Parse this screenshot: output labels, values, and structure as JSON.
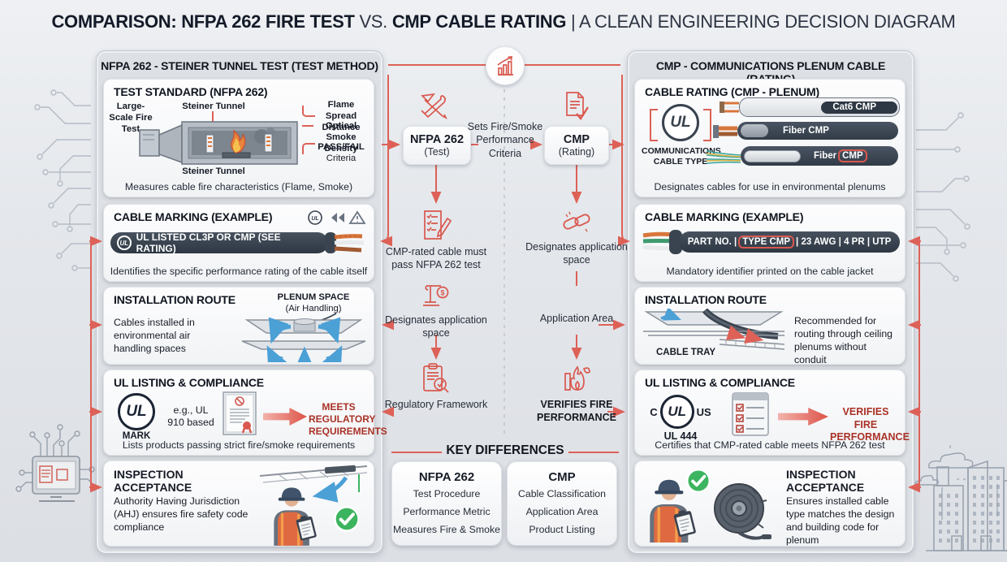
{
  "title": {
    "strong1": "COMPARISON: NFPA 262 FIRE TEST",
    "mid": "VS.",
    "strong2": "CMP CABLE RATING",
    "tail": "| A CLEAN ENGINEERING DECISION DIAGRAM"
  },
  "common": {
    "ul": "UL"
  },
  "colors": {
    "accent_red": "#d9584e",
    "dark_red": "#a93226",
    "dark_text": "#151a24",
    "blue": "#4ba0d6",
    "green": "#3db45f"
  },
  "left_panel": {
    "header": "NFPA 262 - STEINER TUNNEL TEST (TEST METHOD)",
    "test_standard": {
      "title": "TEST STANDARD (NFPA 262)",
      "large_scale": "Large-Scale Fire Test",
      "tunnel_top": "Steiner Tunnel",
      "flame_spread": "Flame Spread Distance",
      "smoke_density": "Optical Smoke Density",
      "passfail": "PASS/FAIL",
      "criteria": "Criteria",
      "tunnel_bottom": "Steiner Tunnel",
      "caption": "Measures cable fire characteristics (Flame, Smoke)"
    },
    "cable_marking": {
      "title": "CABLE MARKING (EXAMPLE)",
      "cable_text": "UL LISTED CL3P OR CMP (SEE RATING)",
      "caption": "Identifies the specific performance rating of the cable itself"
    },
    "installation": {
      "title": "INSTALLATION ROUTE",
      "body": "Cables installed in environmental air handling spaces",
      "plenum_label": "PLENUM SPACE",
      "plenum_sub": "(Air Handling)"
    },
    "ul_listing": {
      "title": "UL LISTING & COMPLIANCE",
      "mark": "MARK",
      "example": "e.g., UL 910 based",
      "result": "MEETS REGULATORY REQUIREMENTS",
      "caption": "Lists products passing strict fire/smoke requirements"
    },
    "inspection": {
      "title": "INSPECTION ACCEPTANCE",
      "body": "Authority Having Jurisdiction (AHJ) ensures fire safety code compliance"
    }
  },
  "center": {
    "nfpa_title": "NFPA 262",
    "nfpa_sub": "(Test)",
    "link_label": "Sets Fire/Smoke Performance Criteria",
    "cmp_title": "CMP",
    "cmp_sub": "(Rating)",
    "left_flow": {
      "step1": "CMP-rated cable must pass NFPA 262 test",
      "step2": "Designates application space",
      "step3": "Regulatory Framework"
    },
    "right_flow": {
      "step1": "Designates application space",
      "step2": "Application Area",
      "step3": "VERIFIES FIRE PERFORMANCE"
    },
    "key_differences": {
      "header": "KEY DIFFERENCES",
      "nfpa": {
        "title": "NFPA 262",
        "items": [
          "Test Procedure",
          "Performance Metric",
          "Measures Fire & Smoke"
        ]
      },
      "cmp": {
        "title": "CMP",
        "items": [
          "Cable Classification",
          "Application Area",
          "Product Listing"
        ]
      }
    }
  },
  "right_panel": {
    "header": "CMP - COMMUNICATIONS PLENUM CABLE (RATING)",
    "cable_rating": {
      "title": "CABLE RATING (CMP - PLENUM)",
      "ul_caption": "COMMUNICATIONS CABLE TYPE",
      "cable1": "Cat6 CMP",
      "cable2": "Fiber CMP",
      "cable3_prefix": "Fiber",
      "cable3_rating": "CMP",
      "caption": "Designates cables for use in environmental plenums"
    },
    "cable_marking": {
      "title": "CABLE MARKING (EXAMPLE)",
      "part1": "PART NO. |",
      "highlight": "TYPE CMP",
      "part2": "| 23 AWG | 4 PR | UTP",
      "caption": "Mandatory identifier printed on the cable jacket"
    },
    "installation": {
      "title": "INSTALLATION ROUTE",
      "tray_label": "CABLE TRAY",
      "body": "Recommended for routing through ceiling plenums without conduit"
    },
    "ul_listing": {
      "title": "UL LISTING & COMPLIANCE",
      "mark_prefix": "C",
      "mark_suffix": "US",
      "standard": "UL 444",
      "result": "VERIFIES FIRE PERFORMANCE",
      "caption": "Certifies that CMP-rated cable meets NFPA 262 test"
    },
    "inspection": {
      "title": "INSPECTION ACCEPTANCE",
      "body": "Ensures installed cable type matches the design and building code for plenum"
    }
  }
}
